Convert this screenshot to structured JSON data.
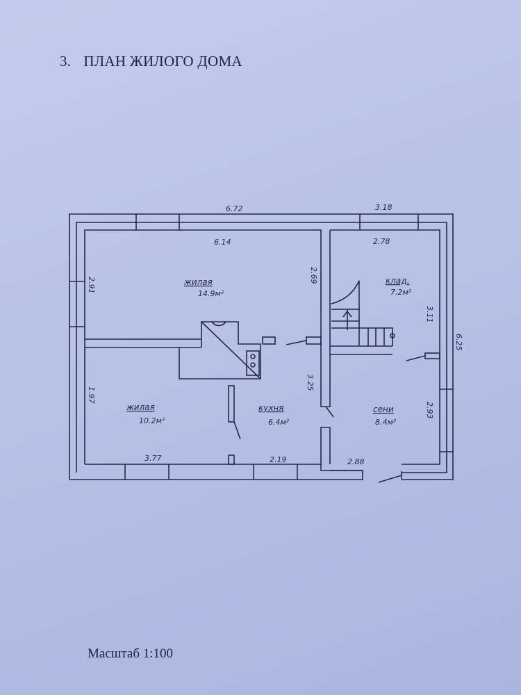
{
  "document": {
    "section_number": "3.",
    "title": "ПЛАН ЖИЛОГО ДОМА",
    "scale_label": "Масштаб 1:100"
  },
  "plan": {
    "outer_dimensions": {
      "top_left": "6.72",
      "top_right": "3.18",
      "right": "6.25"
    },
    "inner_dimensions": {
      "living_1_width": "6.14",
      "living_1_depth": "2.91",
      "living_1_right": "2.69",
      "storage_width": "2.78",
      "storage_depth": "3.11",
      "living_2_depth": "1.97",
      "living_2_width": "3.77",
      "kitchen_width": "2.19",
      "kitchen_depth": "3.25",
      "entry_width": "2.88",
      "entry_depth": "2.93"
    },
    "rooms": [
      {
        "name": "жилая",
        "area": "14.9м²"
      },
      {
        "name": "клад.",
        "area": "7.2м²"
      },
      {
        "name": "жилая",
        "area": "10.2м²"
      },
      {
        "name": "кухня",
        "area": "6.4м²"
      },
      {
        "name": "сени",
        "area": "8.4м²"
      }
    ]
  }
}
